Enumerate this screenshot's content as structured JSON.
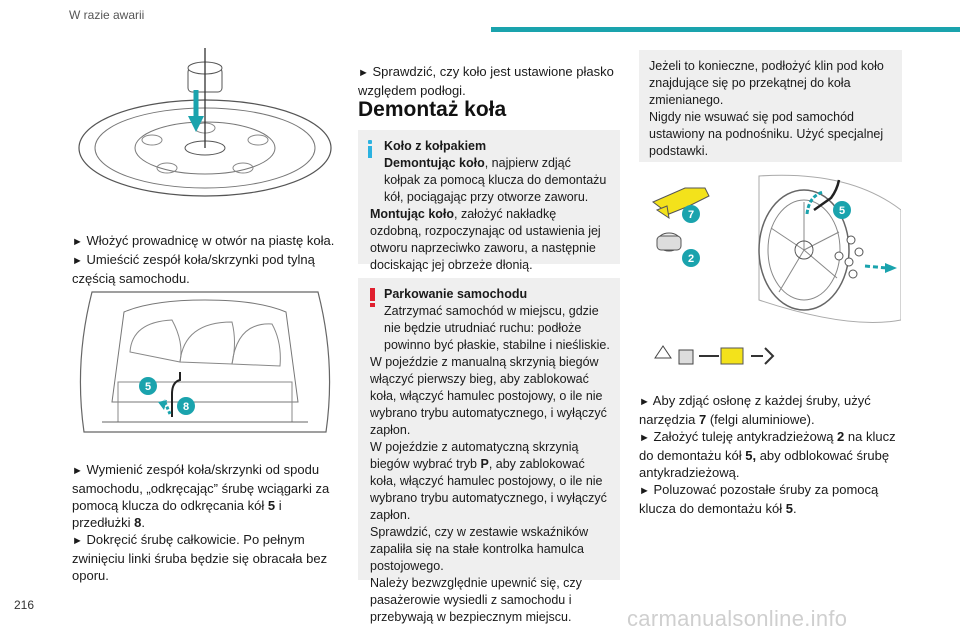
{
  "header": {
    "section_title": "W razie awarii"
  },
  "page_number": "216",
  "watermark": "carmanualsonline.info",
  "col1": {
    "step_a1": "Włożyć prowadnicę w otwór na piastę koła.",
    "step_a2": "Umieścić zespół koła/skrzynki pod tylną częścią samochodu.",
    "step_b1_pre": "Wymienić zespół koła/skrzynki od spodu samochodu, „odkręcając” śrubę wciągarki za pomocą klucza do odkręcania kół ",
    "step_b1_b5": "5",
    "step_b1_mid": " i przedłużki ",
    "step_b1_b8": "8",
    "step_b1_end": ".",
    "step_b2": "Dokręcić śrubę całkowicie. Po pełnym zwinięciu linki śruba będzie się obracała bez oporu.",
    "fig2_badge5": "5",
    "fig2_badge8": "8"
  },
  "col2": {
    "step_top": "Sprawdzić, czy koło jest ustawione płasko względem podłogi.",
    "heading": "Demontaż koła",
    "info_box": {
      "title": "Koło z kołpakiem",
      "l1_bold": "Demontując koło",
      "l1_rest": ", najpierw zdjąć kołpak za pomocą klucza do demontażu kół, pociągając przy otworze zaworu.",
      "l2_bold": "Montując koło",
      "l2_rest": ", założyć nakładkę ozdobną, rozpoczynając od ustawienia jej otworu naprzeciwko zaworu, a następnie dociskając jej obrzeże dłonią."
    },
    "warn_box": {
      "title": "Parkowanie samochodu",
      "p1": "Zatrzymać samochód w miejscu, gdzie nie będzie utrudniać ruchu: podłoże powinno być płaskie, stabilne i nieśliskie.",
      "p2_pre": "W pojeździe z manualną skrzynią biegów włączyć pierwszy bieg, aby zablokować koła, włączyć hamulec postojowy, o ile nie wybrano trybu automatycznego, i wyłączyć zapłon.",
      "p3_pre": "W pojeździe z automatyczną skrzynią biegów wybrać tryb ",
      "p3_b": "P",
      "p3_post": ", aby zablokować koła, włączyć hamulec postojowy, o ile nie wybrano trybu automatycznego, i wyłączyć zapłon.",
      "p4": "Sprawdzić, czy w zestawie wskaźników zapaliła się na stałe kontrolka hamulca postojowego.",
      "p5": "Należy bezwzględnie upewnić się, czy pasażerowie wysiedli z samochodu i przebywają w bezpiecznym miejscu."
    }
  },
  "col3": {
    "note_box": "Jeżeli to konieczne, podłożyć klin pod koło znajdujące się po przekątnej do koła zmienianego.\nNigdy nie wsuwać się pod samochód ustawiony na podnośniku. Użyć specjalnej podstawki.",
    "fig_badge7": "7",
    "fig_badge5": "5",
    "fig_badge2": "2",
    "s1_pre": "Aby zdjąć osłonę z każdej śruby, użyć narzędzia ",
    "s1_b": "7",
    "s1_post": " (felgi aluminiowe).",
    "s2_pre": "Założyć tuleję antykradzieżową ",
    "s2_b": "2",
    "s2_mid": " na klucz do demontażu kół ",
    "s2_b2": "5,",
    "s2_post": " aby odblokować śrubę antykradzieżową.",
    "s3_pre": "Poluzować pozostałe śruby za pomocą klucza do demontażu kół ",
    "s3_b": "5",
    "s3_post": "."
  },
  "colors": {
    "accent": "#1aa3ad",
    "badge": "#1aa3ad",
    "warn": "#e0202f",
    "info": "#2bb2e0",
    "box_bg": "#efefef"
  },
  "icons": [
    "arrow-bullet-icon",
    "info-icon",
    "warning-icon"
  ]
}
